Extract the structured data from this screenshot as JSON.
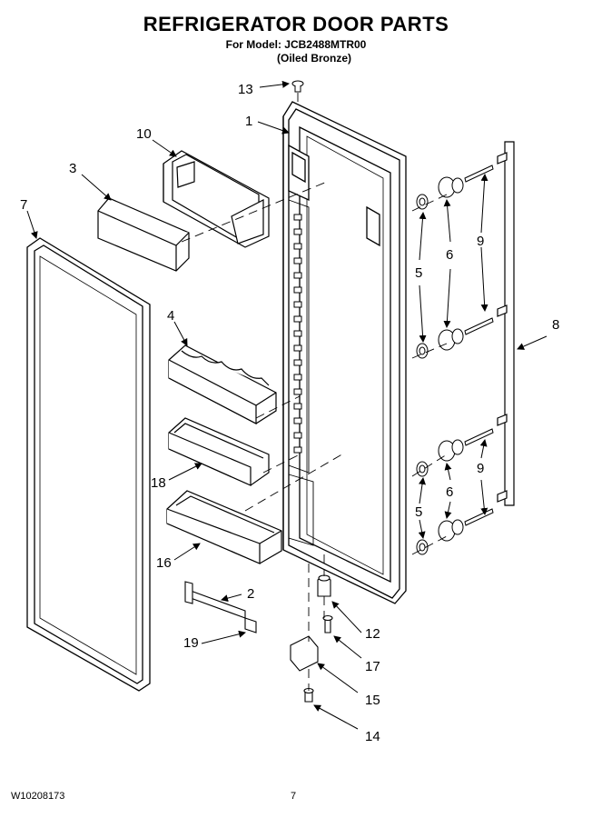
{
  "header": {
    "title": "REFRIGERATOR DOOR PARTS",
    "model_line": "For Model: JCB2488MTR00",
    "finish_line": "(Oiled Bronze)"
  },
  "callouts": {
    "c1": "1",
    "c2": "2",
    "c3": "3",
    "c4": "4",
    "c5a": "5",
    "c5b": "5",
    "c6a": "6",
    "c6b": "6",
    "c7": "7",
    "c8": "8",
    "c9a": "9",
    "c9b": "9",
    "c10": "10",
    "c12": "12",
    "c13": "13",
    "c14": "14",
    "c15": "15",
    "c16": "16",
    "c17": "17",
    "c18": "18",
    "c19": "19"
  },
  "footer": {
    "doc_number": "W10208173",
    "page_number": "7"
  }
}
